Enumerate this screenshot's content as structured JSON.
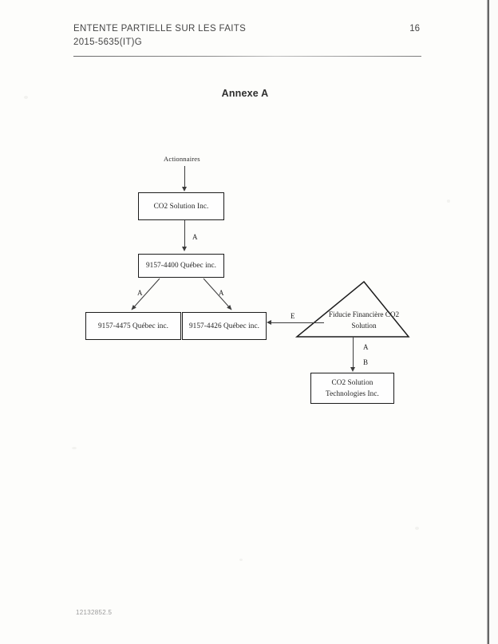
{
  "header": {
    "title": "ENTENTE PARTIELLE SUR LES FAITS",
    "page_number": "16",
    "docket": "2015-5635(IT)G"
  },
  "annex": {
    "title": "Annexe A"
  },
  "diagram": {
    "top_label": "Actionnaires",
    "nodes": {
      "co2_solution": "CO2 Solution Inc.",
      "qc_4400": "9157-4400 Québec inc.",
      "qc_4475": "9157-4475 Québec inc.",
      "qc_4426": "9157-4426 Québec inc.",
      "trust_line1": "Fiducie Financière",
      "trust_line2": "CO2 Solution",
      "tech_line1": "CO2 Solution",
      "tech_line2": "Technologies Inc."
    },
    "edge_labels": {
      "co2_to_4400": "A",
      "split_left": "A",
      "split_right": "A",
      "trust_to_4426": "E",
      "trust_to_tech_a": "A",
      "trust_to_tech_b": "B"
    }
  },
  "footer": {
    "reference": "12132852.5"
  }
}
